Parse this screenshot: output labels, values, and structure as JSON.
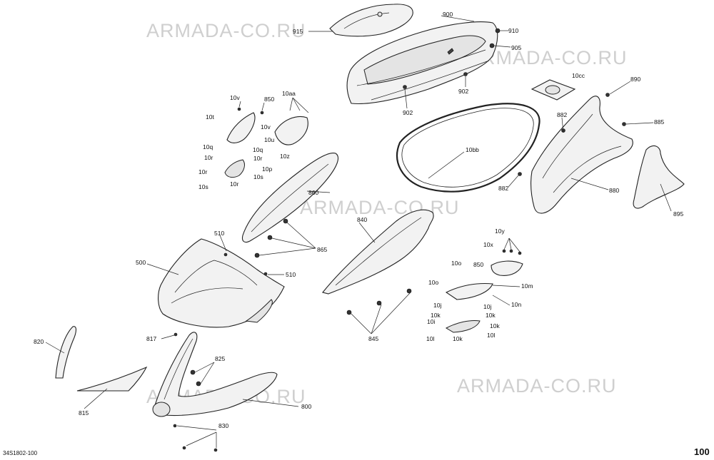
{
  "watermark": "ARMADA-CO.RU",
  "document": {
    "reference_code": "34S1802-100",
    "page_number": "100"
  },
  "callouts": {
    "c915": "915",
    "c900": "900",
    "c910": "910",
    "c905": "905",
    "c902a": "902",
    "c902b": "902",
    "c890": "890",
    "c10cc": "10cc",
    "c882a": "882",
    "c882b": "882",
    "c885": "885",
    "c10bb": "10bb",
    "c880": "880",
    "c895": "895",
    "c10v1": "10v",
    "c850a": "850",
    "c10aa": "10aa",
    "c10t": "10t",
    "c10v2": "10v",
    "c10u": "10u",
    "c10q1": "10q",
    "c10q2": "10q",
    "c10r1": "10r",
    "c10z": "10z",
    "c10p": "10p",
    "c10r2": "10r",
    "c10s1": "10s",
    "c10r3": "10r",
    "c10s2": "10s",
    "c860": "860",
    "c510a": "510",
    "c865": "865",
    "c500": "500",
    "c510b": "510",
    "c840": "840",
    "c10y": "10y",
    "c10x": "10x",
    "c10o1": "10o",
    "c850b": "850",
    "c10o2": "10o",
    "c10m": "10m",
    "c10n": "10n",
    "c10j1": "10j",
    "c10j2": "10j",
    "c10k1": "10k",
    "c10k2": "10k",
    "c10i": "10i",
    "c10k3": "10k",
    "c10l1": "10l",
    "c10k4": "10k",
    "c10l2": "10l",
    "c845": "845",
    "c817": "817",
    "c820": "820",
    "c825": "825",
    "c815": "815",
    "c800": "800",
    "c830": "830"
  }
}
